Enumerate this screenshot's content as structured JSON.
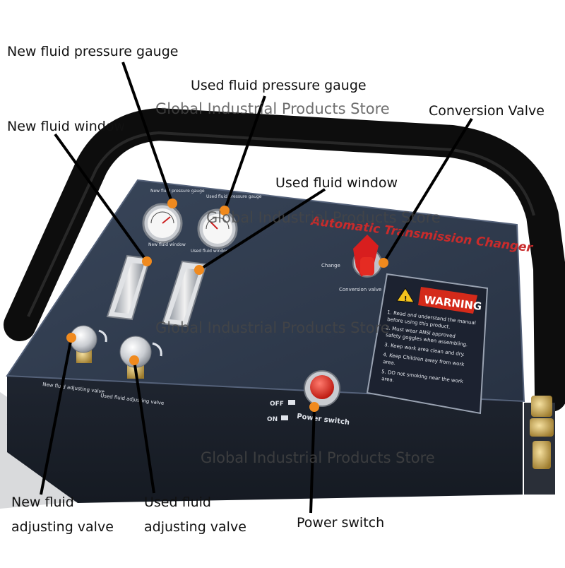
{
  "callouts": {
    "new_pressure_gauge": "New fluid pressure gauge",
    "used_pressure_gauge": "Used fluid pressure gauge",
    "new_window": "New fluid window",
    "conversion_valve": "Conversion Valve",
    "used_window": "Used fluid window",
    "new_adjust_line1": "New fluid",
    "new_adjust_line2": "adjusting valve",
    "used_adjust_line1": "Used fluid",
    "used_adjust_line2": "adjusting valve",
    "power_switch": "Power switch"
  },
  "watermark": "Global Industrial Products Store",
  "panel": {
    "brand_title": "Automatic Transmission Changer",
    "gauge_new_caption": "New fluid pressure gauge",
    "gauge_used_caption": "Used fluid pressure gauge",
    "window_new_caption": "New fluid window",
    "window_used_caption": "Used fluid window",
    "change_label": "Change",
    "conversion_valve_label": "Conversion valve",
    "new_valve_label": "New fluid adjusting valve",
    "used_valve_label": "Used fluid adjusting valve",
    "off_label": "OFF",
    "on_label": "ON",
    "power_switch_label": "Power switch",
    "warning_title": "WARNING",
    "warning_lines": [
      "1. Read and understand the manual",
      "before using this product.",
      "2. Must wear ANSI approved",
      "safety goggles when assembling.",
      "3. Keep work area clean and  dry.",
      "4. Keep Children away from work",
      "area.",
      "5. DO not smoking near the work",
      "area."
    ]
  },
  "colors": {
    "panel": "#2f3a4c",
    "handle": "#1b1b1b",
    "marker": "#f08a1e",
    "brand_text": "#c92b2b",
    "warning_red": "#d42a1a"
  }
}
